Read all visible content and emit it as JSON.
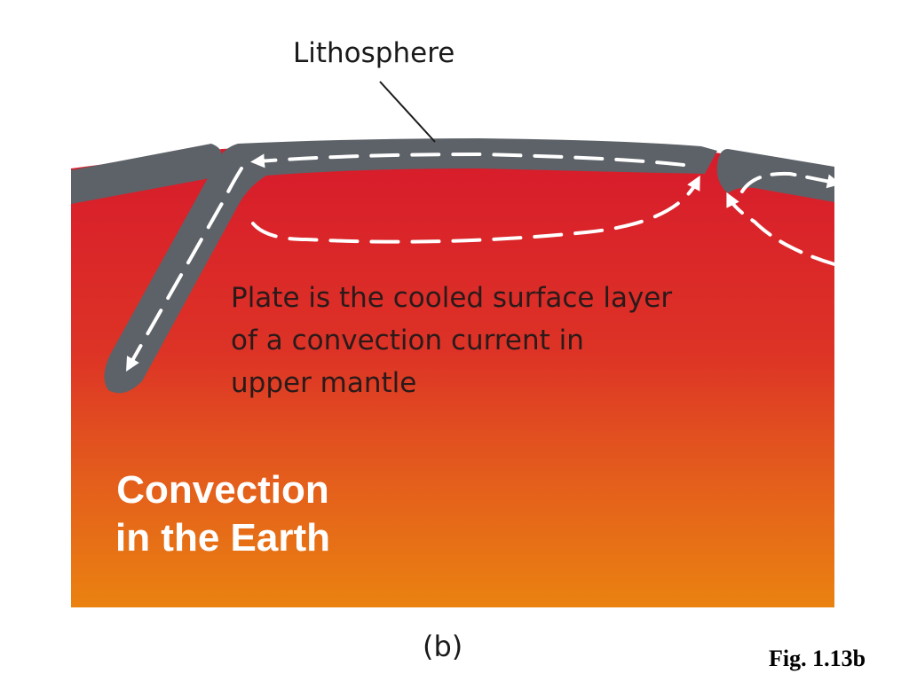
{
  "diagram": {
    "lithosphere_label": "Lithosphere",
    "caption_lines": [
      "Plate is the cooled surface layer",
      "of a convection current in",
      "upper mantle"
    ],
    "title_lines": [
      "Convection",
      "in the Earth"
    ],
    "panel_label": "(b)",
    "figure_label": "Fig. 1.13b",
    "colors": {
      "mantle_top": "#d71a2c",
      "mantle_bottom": "#ea8210",
      "plate": "#5d6268",
      "arrow": "#ffffff",
      "title_text": "#ffffff"
    }
  }
}
